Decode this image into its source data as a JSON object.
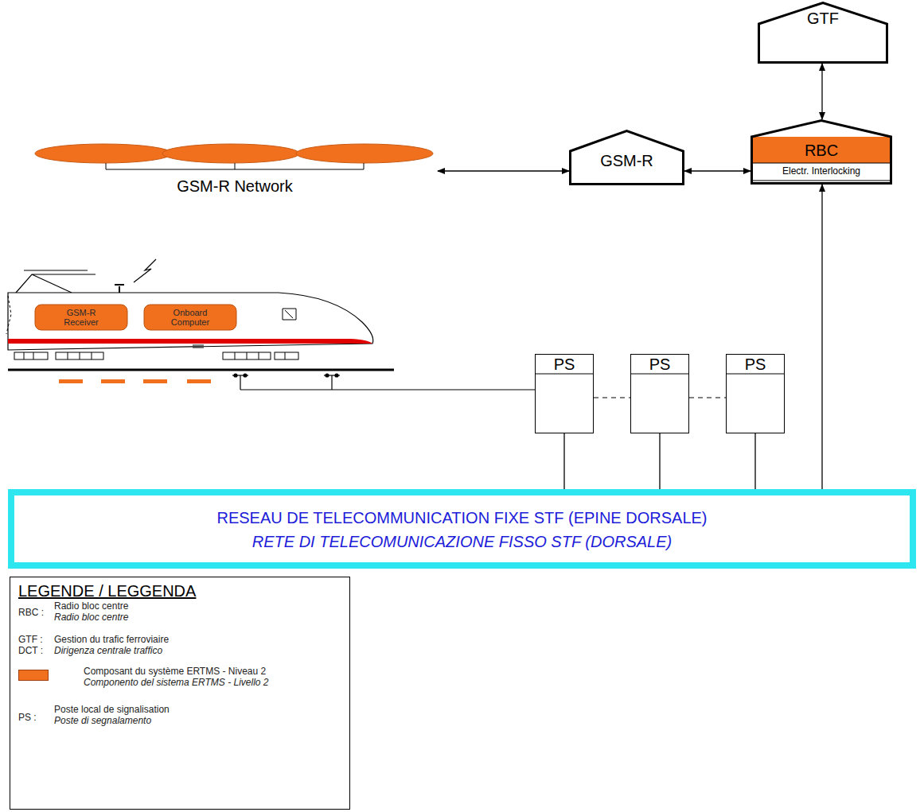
{
  "diagram": {
    "nodes": [
      {
        "text": [
          "GTF"
        ]
      },
      {
        "text": [
          "GSM-R Network"
        ]
      },
      {
        "text": [
          "GSM-R"
        ]
      },
      {
        "text": [
          "RBC",
          "Electr. Interlocking"
        ]
      },
      {
        "text": [
          "GSM-R Receiver"
        ]
      },
      {
        "text": [
          "Onboard Computer"
        ]
      },
      {
        "text": [
          "PS"
        ]
      },
      {
        "text": [
          "PS"
        ]
      },
      {
        "text": [
          "PS"
        ]
      },
      {
        "text": [
          "RESEAU DE TELECOMMUNICATION FIXE STF (EPINE DORSALE)",
          "RETE DI TELECOMUNICAZIONE FISSO STF (DORSALE)"
        ]
      }
    ],
    "edges": [
      {
        "from": 1,
        "to": 2,
        "arrow": "both"
      },
      {
        "from": 2,
        "to": 3,
        "arrow": "both"
      },
      {
        "from": 3,
        "to": 0,
        "arrow": "both"
      },
      {
        "from": 9,
        "to": 3,
        "arrow": "to"
      },
      {
        "from": 6,
        "to": 9,
        "arrow": "none"
      },
      {
        "from": 7,
        "to": 9,
        "arrow": "none"
      },
      {
        "from": 8,
        "to": 9,
        "arrow": "none"
      },
      {
        "from": 6,
        "to": 7,
        "arrow": "none"
      },
      {
        "from": 7,
        "to": 8,
        "arrow": "none"
      }
    ],
    "labels": [
      "LEGENDE / LEGGENDA",
      "RBC :",
      "Radio bloc centre",
      "Radio bloc centre",
      "GTF :",
      "DCT :",
      "Gestion du trafic ferroviaire",
      "Dirigenza centrale traffico",
      "Componento del sistema ERTMS - Livello 2",
      "PS :",
      "Poste local de signalisation",
      "Poste di segnalamento"
    ],
    "legend": [
      {
        "text": "Composant du système ERTMS - Niveau 2",
        "color": "#f0701e"
      }
    ]
  }
}
